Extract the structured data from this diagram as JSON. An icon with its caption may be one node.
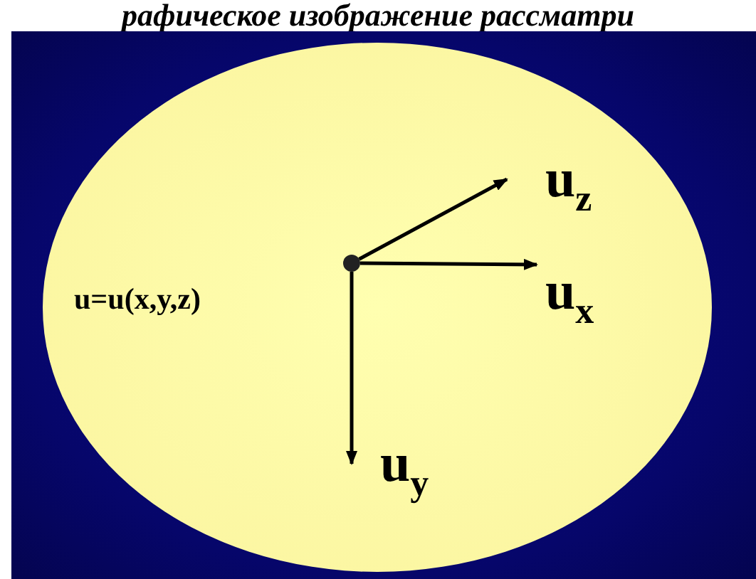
{
  "diagram": {
    "title": "рафическое изображение рассматри",
    "nodes": [
      {
        "text": [],
        "shape": "circle"
      },
      {
        "text": [],
        "shape": "circle",
        "in": 0
      },
      {
        "text": [
          "u$_{z}$"
        ],
        "in": 0
      },
      {
        "text": [
          "u$_{x}$"
        ],
        "in": 0
      },
      {
        "text": [
          "u$_{y}$"
        ],
        "in": 0
      }
    ],
    "edges": [
      {
        "from": 1,
        "to": 2,
        "arrow": "to"
      },
      {
        "from": 1,
        "to": 3,
        "arrow": "to"
      },
      {
        "from": 1,
        "to": 4,
        "arrow": "to"
      }
    ],
    "labels": [
      "u=u(x,y,z)"
    ]
  }
}
